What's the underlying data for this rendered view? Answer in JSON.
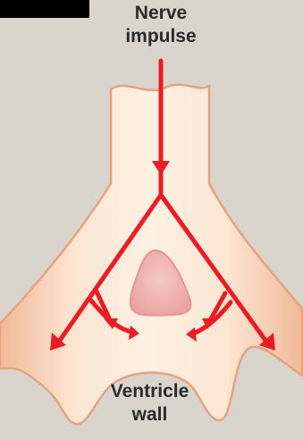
{
  "labels": {
    "top_line1": "Nerve",
    "top_line2": "impulse",
    "bottom_line1": "Ventricle",
    "bottom_line2": "wall"
  },
  "colors": {
    "background": "#d9d5cc",
    "tissue_fill": "#fbdcc2",
    "tissue_edge": "#e8a98a",
    "hole_fill": "#f3b7b2",
    "impulse": "#ed1c24",
    "corner_tab": "#000000"
  }
}
